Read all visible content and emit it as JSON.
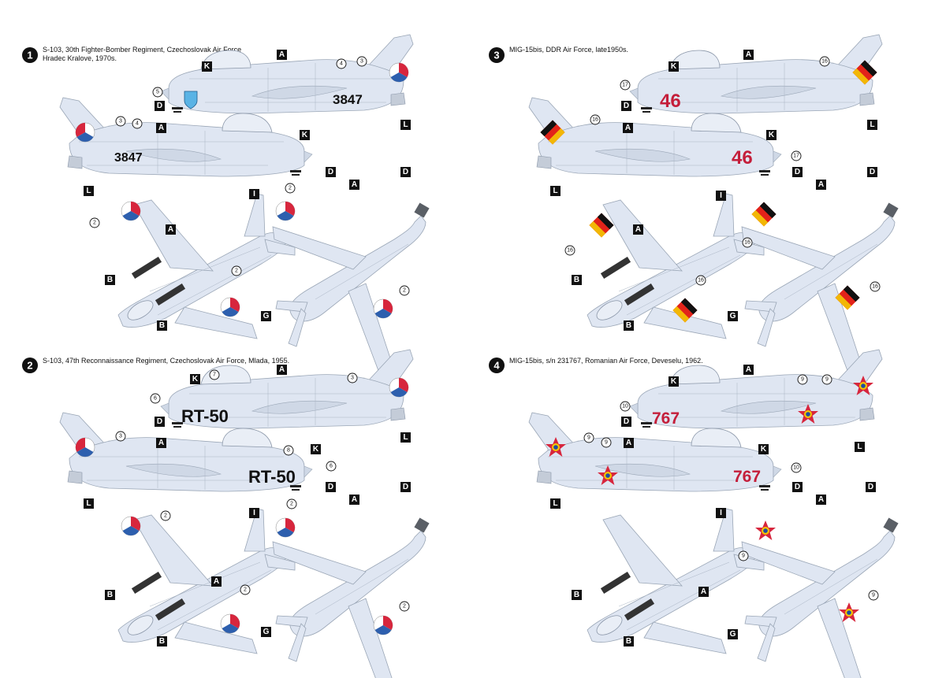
{
  "colors": {
    "airframe": "#dfe6f2",
    "outline": "#9aa6b6",
    "czech_red": "#d7263d",
    "czech_blue": "#2d5fae",
    "code_black": "#111111",
    "code_red": "#c41e3a",
    "ddr_black": "#111111",
    "ddr_red": "#e2231a",
    "ddr_gold": "#f2b705",
    "ro_red": "#d7263d",
    "ro_yellow": "#f5c400",
    "ro_blue": "#1f4ea3"
  },
  "schemes": [
    {
      "number": "1",
      "caption_line1": "S-103, 30th Fighter-Bomber Regiment, Czechoslovak Air Force",
      "caption_line2": "Hradec Kralove, 1970s.",
      "code_upper": "3847",
      "code_lower": "3847",
      "insignia": "czech-roundel"
    },
    {
      "number": "2",
      "caption_line1": "S-103, 47th Reconnaissance Regiment, Czechoslovak Air Force, Mlada, 1955.",
      "caption_line2": "",
      "code_upper": "RT-50",
      "code_lower": "RT-50",
      "insignia": "czech-roundel"
    },
    {
      "number": "3",
      "caption_line1": "MIG-15bis, DDR Air Force, late1950s.",
      "caption_line2": "",
      "code_upper": "46",
      "code_lower": "46",
      "insignia": "ddr-diamond"
    },
    {
      "number": "4",
      "caption_line1": "MIG-15bis, s/n 231767, Romanian Air Force, Deveselu, 1962.",
      "caption_line2": "",
      "code_upper": "767",
      "code_lower": "767",
      "insignia": "romanian-star"
    }
  ],
  "letters": {
    "A": "A",
    "B": "B",
    "D": "D",
    "G": "G",
    "I": "I",
    "K": "K",
    "L": "L"
  },
  "numbers": {
    "n2": "2",
    "n3": "3",
    "n4": "4",
    "n5": "5",
    "n6": "6",
    "n7": "7",
    "n8": "8",
    "n9": "9",
    "n10": "10",
    "n16": "16",
    "n17": "17"
  }
}
